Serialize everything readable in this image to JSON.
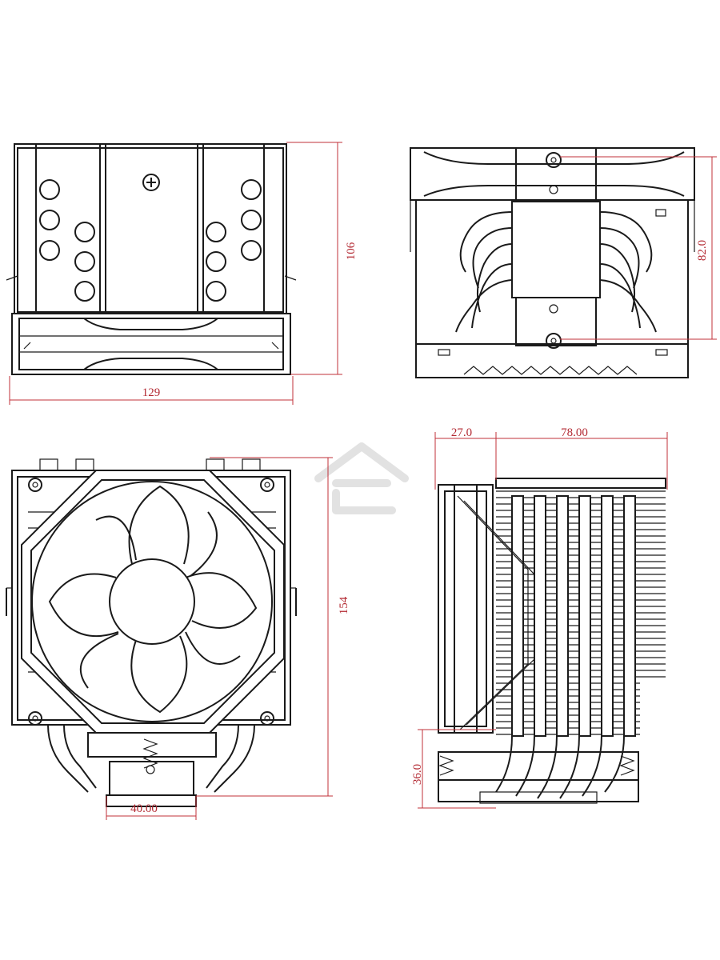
{
  "dimensions": {
    "top_width": "129",
    "top_height": "106",
    "side_height": "82.0",
    "front_height": "154",
    "front_base_width": "40.00",
    "side_fan_width": "27.0",
    "side_fin_width": "78.00",
    "side_base_height": "36.0"
  },
  "colors": {
    "line": "#1a1a1a",
    "dimension": "#c0313a",
    "watermark": "#e2e2e2",
    "background": "#ffffff"
  },
  "watermark": {
    "icon": "home-e-logo-icon"
  }
}
